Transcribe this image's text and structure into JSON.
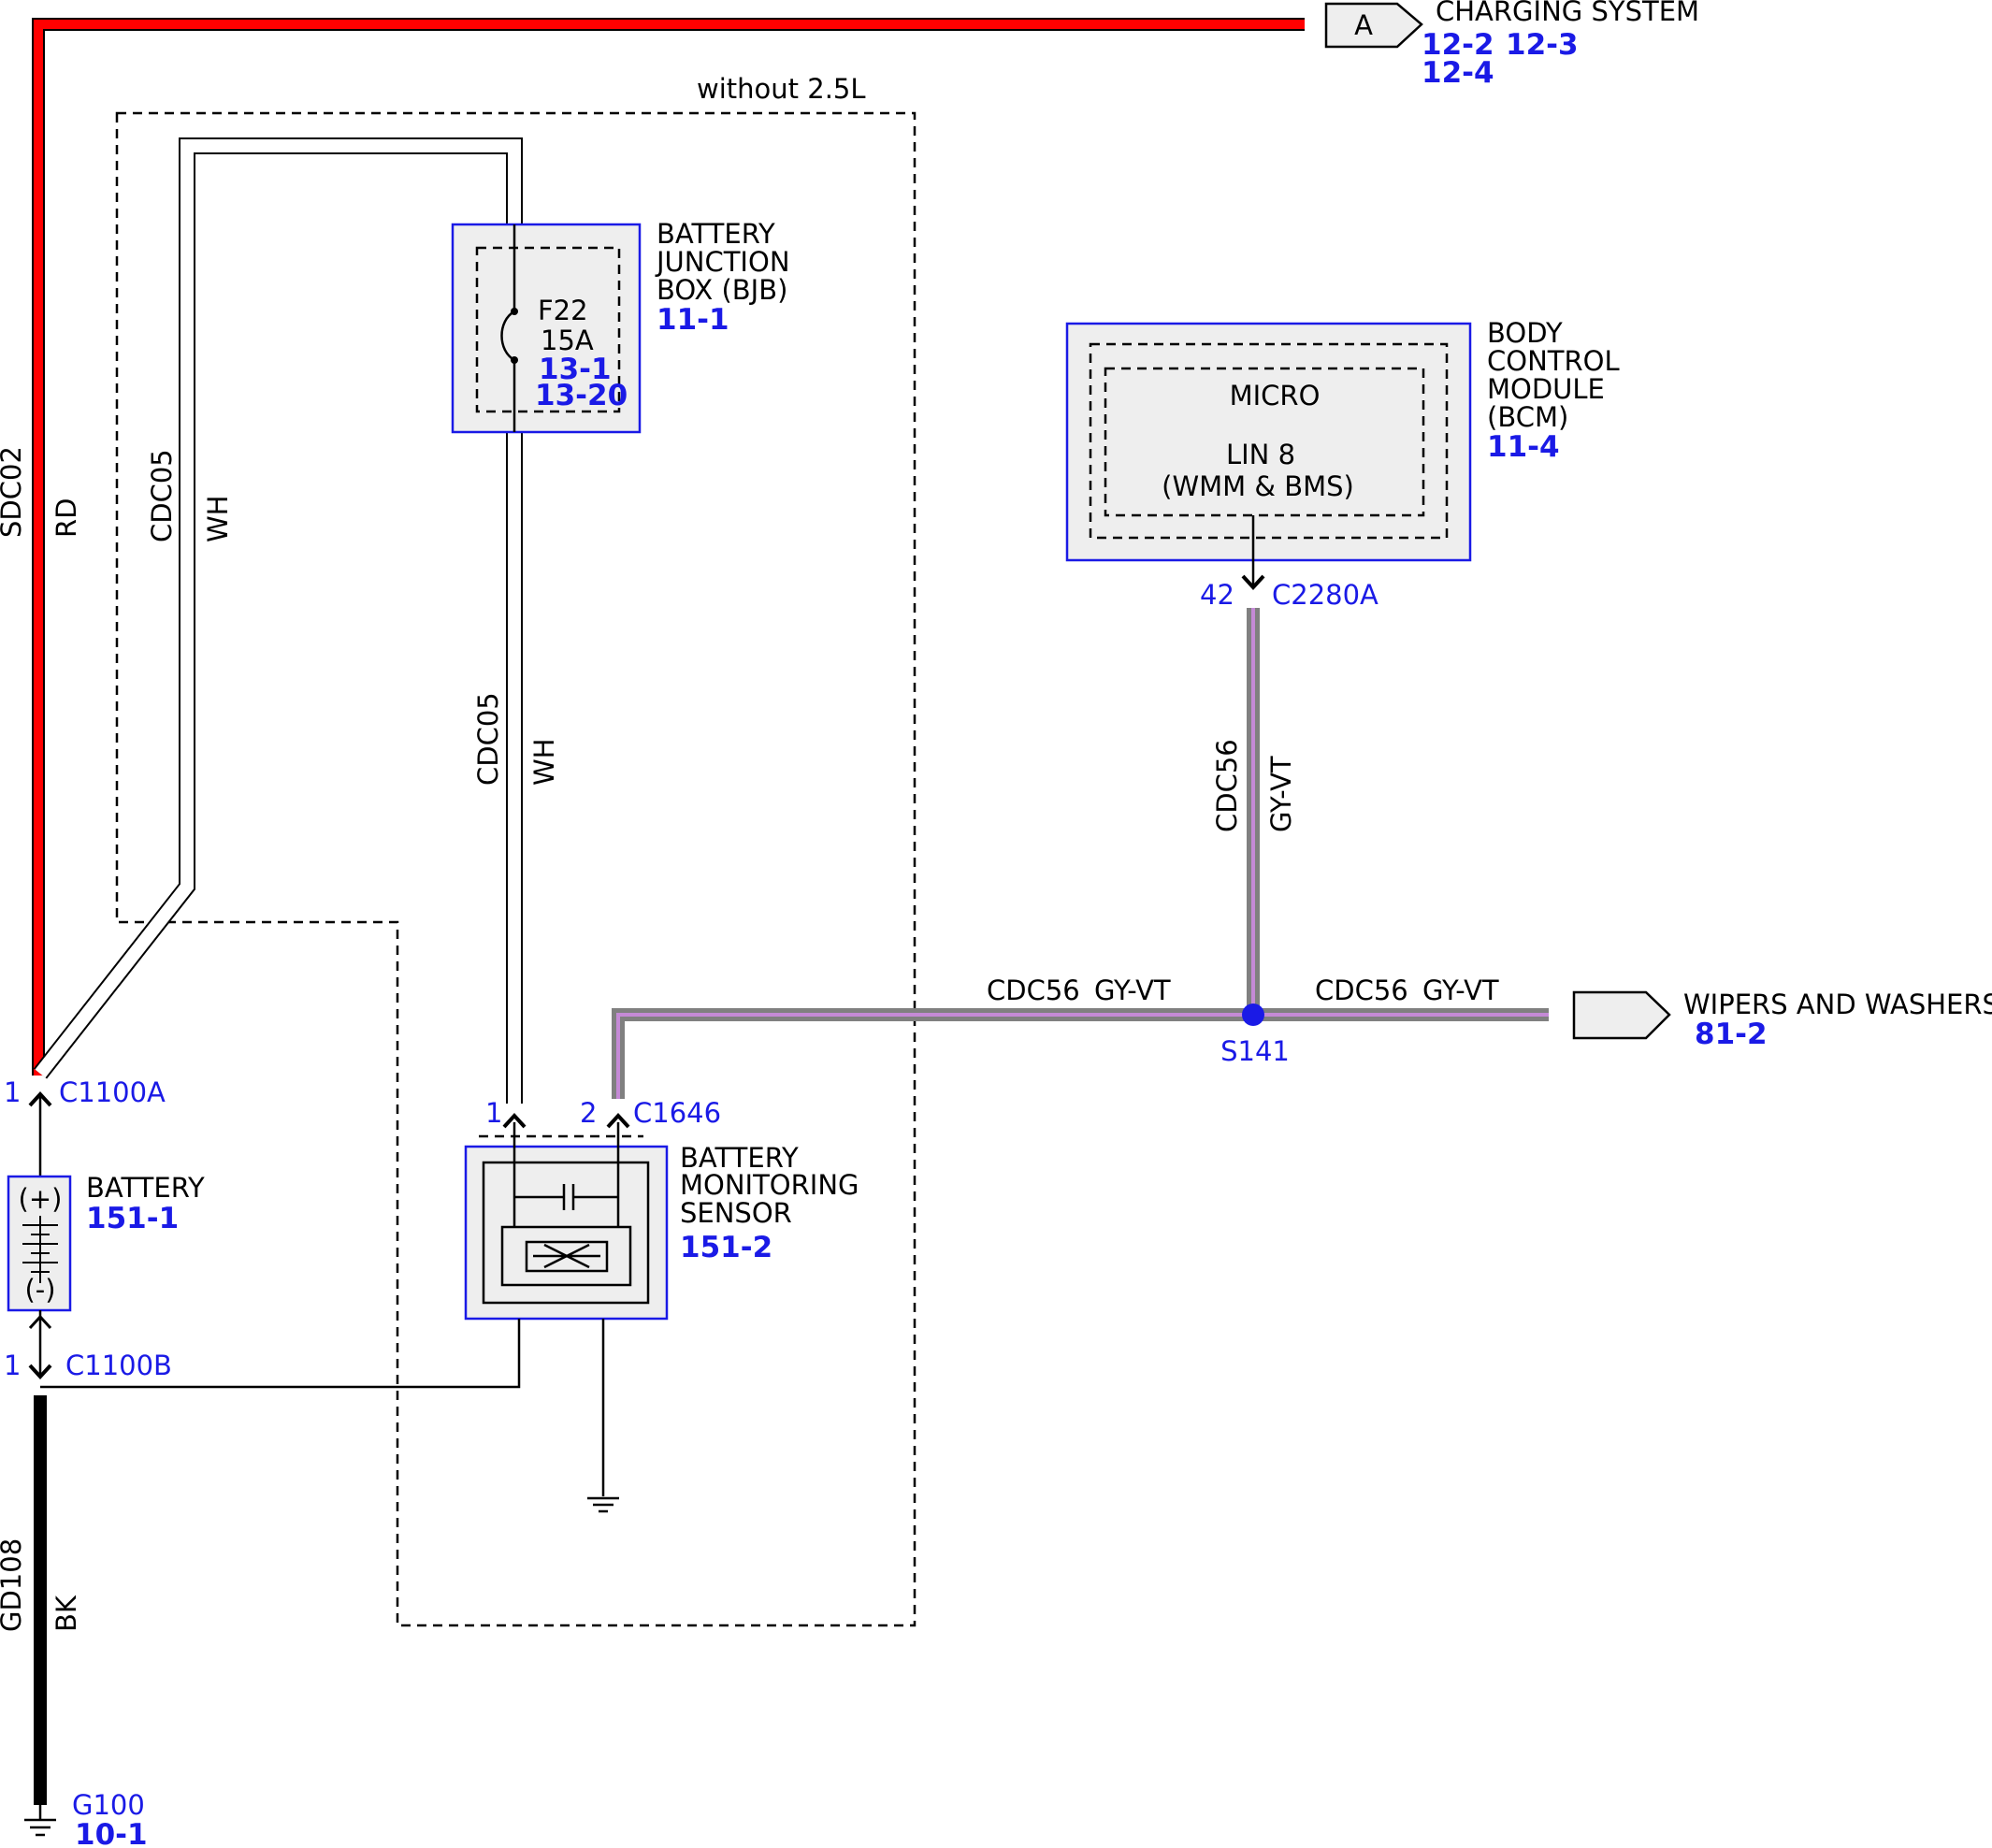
{
  "colors": {
    "red_wire": "#ff0000",
    "blue": "#1a1ae6",
    "module_fill": "#eeeeee",
    "wire_gray": "#808080",
    "wire_violet": "#c58ad6",
    "black": "#000000"
  },
  "offpage_a": {
    "letter": "A",
    "label": "CHARGING SYSTEM",
    "refs": [
      "12-2",
      "12-3",
      "12-4"
    ]
  },
  "without_label": "without 2.5L",
  "wires": {
    "sdc02": {
      "circuit": "SDC02",
      "color": "RD"
    },
    "cdc05_left": {
      "circuit": "CDC05",
      "color": "WH"
    },
    "cdc05_mid": {
      "circuit": "CDC05",
      "color": "WH"
    },
    "cdc56_vert": {
      "circuit": "CDC56",
      "color": "GY-VT"
    },
    "cdc56_left": {
      "circuit": "CDC56",
      "color": "GY-VT"
    },
    "cdc56_right": {
      "circuit": "CDC56",
      "color": "GY-VT"
    },
    "gd108": {
      "circuit": "GD108",
      "color": "BK"
    }
  },
  "bjb": {
    "name_lines": [
      "BATTERY",
      "JUNCTION",
      "BOX (BJB)"
    ],
    "ref": "11-1",
    "fuse": "F22",
    "amps": "15A",
    "fuse_refs": [
      "13-1",
      "13-20"
    ]
  },
  "bcm": {
    "name_lines": [
      "BODY",
      "CONTROL",
      "MODULE",
      "(BCM)"
    ],
    "ref": "11-4",
    "micro": "MICRO",
    "lin": "LIN 8",
    "lin_desc": "(WMM & BMS)",
    "pin": "42",
    "connector": "C2280A"
  },
  "splice": {
    "name": "S141"
  },
  "wipers": {
    "label": "WIPERS AND WASHERS",
    "ref": "81-2"
  },
  "battery": {
    "name": "BATTERY",
    "ref": "151-1",
    "plus": "(+)",
    "minus": "(-)",
    "conn_top": {
      "pin": "1",
      "name": "C1100A"
    },
    "conn_bottom": {
      "pin": "1",
      "name": "C1100B"
    }
  },
  "bms": {
    "name_lines": [
      "BATTERY",
      "MONITORING",
      "SENSOR"
    ],
    "ref": "151-2",
    "pin1": "1",
    "pin2": "2",
    "connector": "C1646"
  },
  "ground": {
    "name": "G100",
    "ref": "10-1"
  }
}
